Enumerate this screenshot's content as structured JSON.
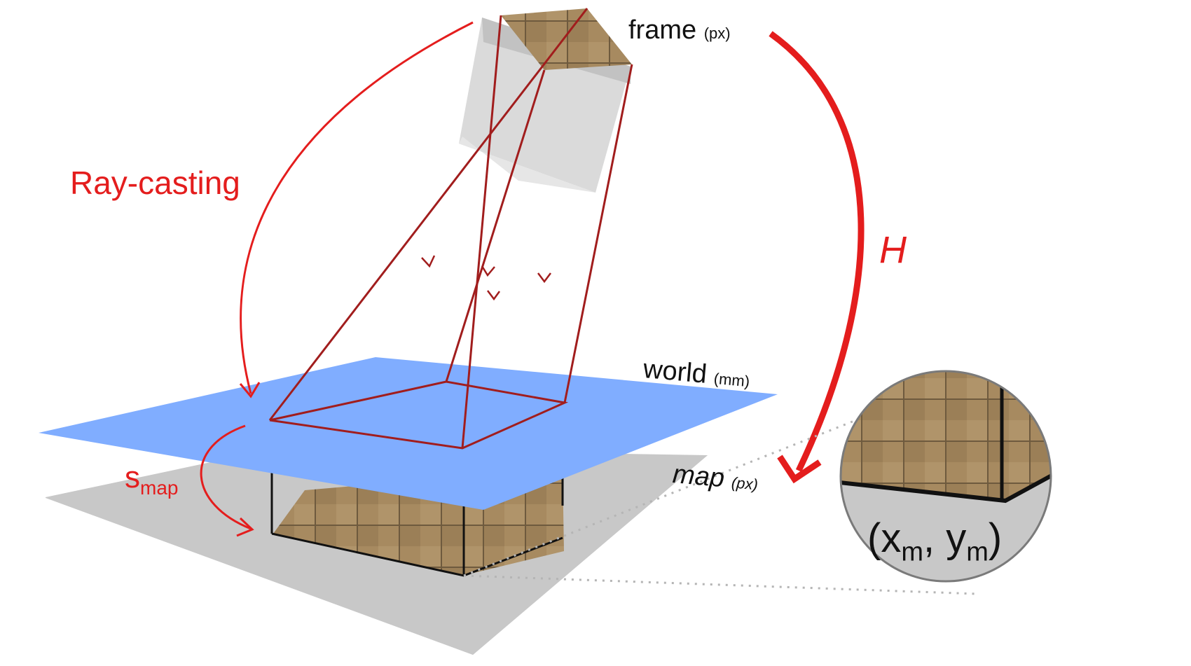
{
  "labels": {
    "frame": {
      "name": "frame",
      "unit": "(px)"
    },
    "world": {
      "name": "world",
      "unit": "(mm)"
    },
    "map": {
      "name": "map",
      "unit": "(px)"
    },
    "ray_casting": "Ray-casting",
    "homography": "H",
    "scale": {
      "base": "s",
      "sub": "map"
    },
    "coord": {
      "open": "(x",
      "sub1": "m",
      "mid": ", y",
      "sub2": "m",
      "close": ")"
    }
  },
  "colors": {
    "world_plane": "#80adff",
    "map_plane": "#c8c8c8",
    "ray_lines": "#a11d1d",
    "annotation_red": "#e41d1d",
    "tile_texture": "#a78a60",
    "camera_body": "#d0d0d0"
  },
  "icons": {
    "camera": "camera-frustum-icon",
    "arrow_h": "curved-arrow-icon",
    "arrow_ray": "curved-arrow-icon",
    "arrow_scale": "curved-arrow-icon"
  }
}
